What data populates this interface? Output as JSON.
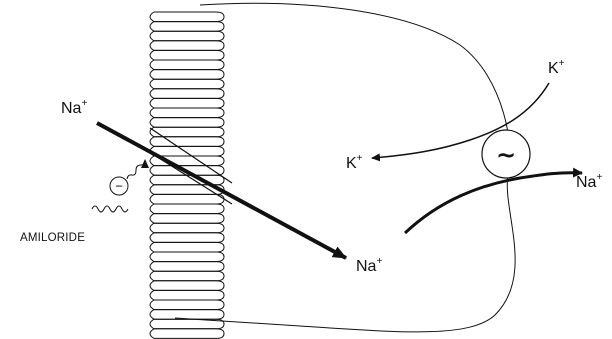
{
  "labels": {
    "na_top_left": {
      "base": "Na",
      "sup": "+"
    },
    "na_center": {
      "base": "Na",
      "sup": "+"
    },
    "na_right": {
      "base": "Na",
      "sup": "+"
    },
    "k_top_right": {
      "base": "K",
      "sup": "+"
    },
    "k_left": {
      "base": "K",
      "sup": "+"
    },
    "drug": "AMILORIDE",
    "inhibit_sign": "−",
    "pump_symbol": "~"
  },
  "colors": {
    "stroke": "#111111",
    "background": "#ffffff"
  }
}
